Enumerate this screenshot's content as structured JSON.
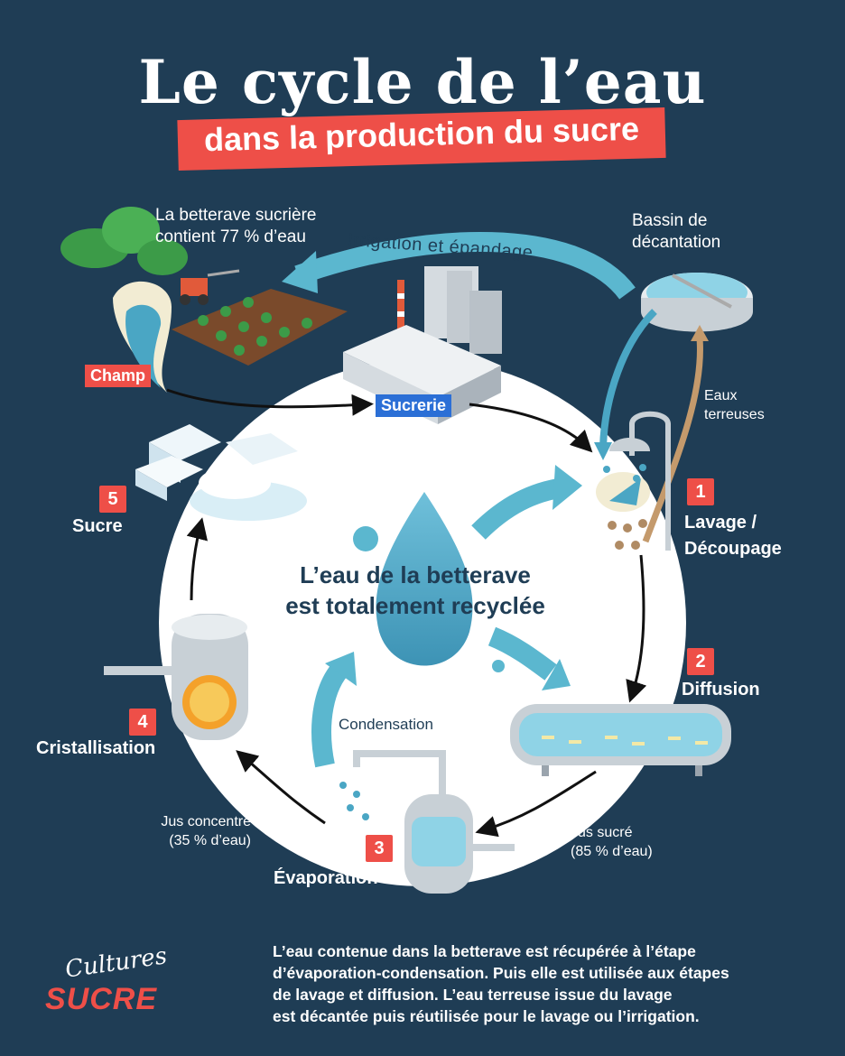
{
  "title": "Le cycle de l’eau",
  "subtitle": "dans la production du sucre",
  "field_note": [
    "La betterave sucrière",
    "contient 77 % d’eau"
  ],
  "irrigation": "Irrigation et épandage",
  "basin": [
    "Bassin de",
    "décantation"
  ],
  "champ": "Champ",
  "sucrerie": "Sucrerie",
  "eaux_terreuses": [
    "Eaux",
    "terreuses"
  ],
  "center": [
    "L’eau de la betterave",
    "est totalement recyclée"
  ],
  "steps": [
    {
      "num": "1",
      "label": [
        "Lavage /",
        "Découpage"
      ]
    },
    {
      "num": "2",
      "label": [
        "Diffusion"
      ]
    },
    {
      "num": "3",
      "label": [
        "Évaporation"
      ]
    },
    {
      "num": "4",
      "label": [
        "Cristallisation"
      ]
    },
    {
      "num": "5",
      "label": [
        "Sucre"
      ]
    }
  ],
  "condensation": "Condensation",
  "jus_sucre": [
    "Jus sucré",
    "(85 % d’eau)"
  ],
  "jus_concentre": [
    "Jus concentré",
    "(35 % d’eau)"
  ],
  "footer": [
    "L’eau contenue dans la betterave est récupérée à l’étape",
    "d’évaporation-condensation. Puis elle est utilisée aux étapes",
    "de lavage et diffusion. L’eau terreuse issue du lavage",
    "est décantée puis réutilisée pour le lavage ou l’irrigation."
  ],
  "logo": [
    "Cultures",
    "SUCRE"
  ],
  "colors": {
    "background": "#1f3d55",
    "accent": "#ee4f48",
    "water": "#4aa6c4",
    "sucrerie_tag": "#2b6fd6"
  }
}
